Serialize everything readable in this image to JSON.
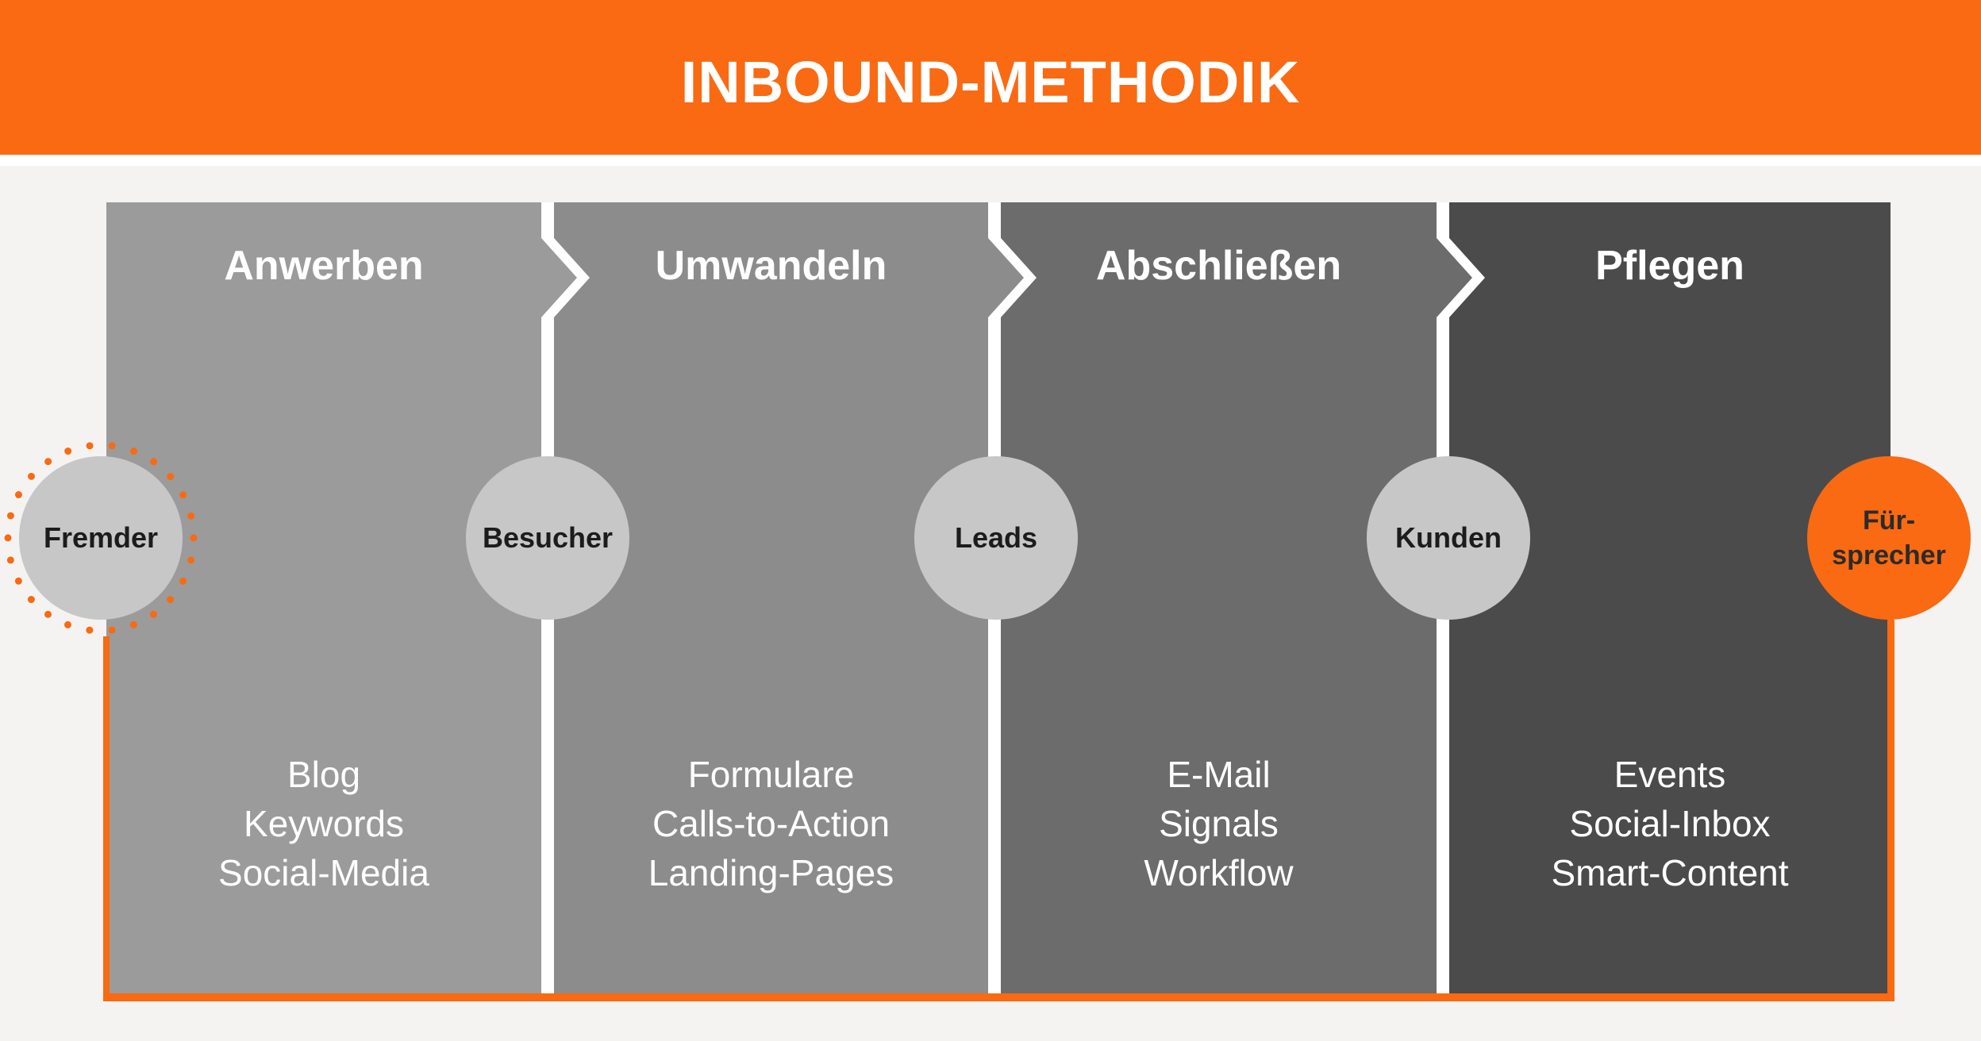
{
  "header": {
    "title": "INBOUND-METHODIK"
  },
  "stages": [
    {
      "title": "Anwerben",
      "items": [
        "Blog",
        "Keywords",
        "Social-Media"
      ]
    },
    {
      "title": "Umwandeln",
      "items": [
        "Formulare",
        "Calls-to-Action",
        "Landing-Pages"
      ]
    },
    {
      "title": "Abschließen",
      "items": [
        "E-Mail",
        "Signals",
        "Workflow"
      ]
    },
    {
      "title": "Pflegen",
      "items": [
        "Events",
        "Social-Inbox",
        "Smart-Content"
      ]
    }
  ],
  "milestones": {
    "fremder": {
      "label": "Fremder"
    },
    "besucher": {
      "label": "Besucher"
    },
    "leads": {
      "label": "Leads"
    },
    "kunden": {
      "label": "Kunden"
    },
    "fuersprecher": {
      "label_line1": "Für-",
      "label_line2": "sprecher"
    }
  },
  "colors": {
    "accent_orange": "#F96A12",
    "stage_grays": [
      "#9B9B9B",
      "#8C8C8C",
      "#6C6C6C",
      "#4B4B4B"
    ],
    "circle_gray": "#C7C7C7",
    "background": "#F4F3F1",
    "text_on_panels": "#FFFFFF",
    "text_on_circles": "#1C1C1C"
  }
}
